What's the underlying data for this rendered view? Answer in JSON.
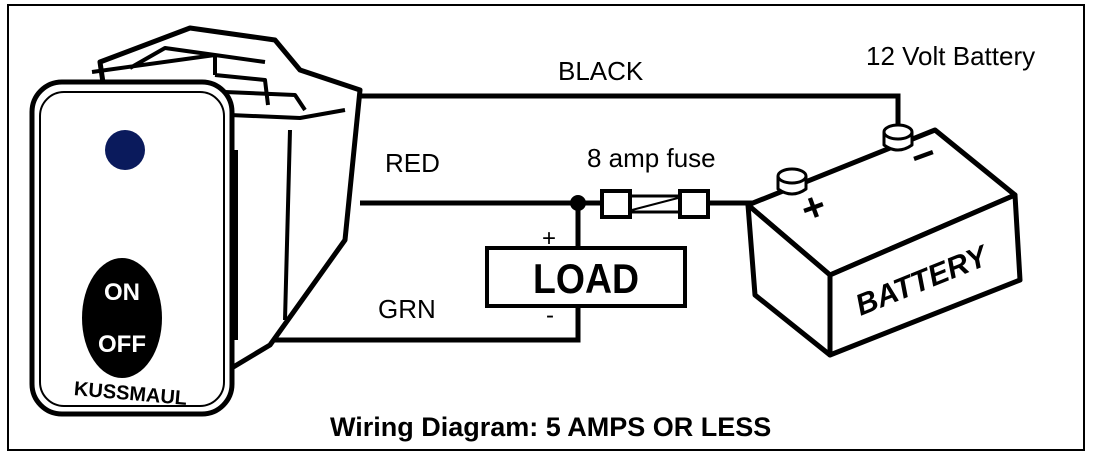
{
  "labels": {
    "black_wire": "BLACK",
    "red_wire": "RED",
    "green_wire": "GRN",
    "battery_caption": "12 Volt Battery",
    "fuse": "8 amp fuse",
    "load": "LOAD",
    "load_plus": "+",
    "load_minus": "-",
    "battery_body": "BATTERY",
    "battery_plus": "+",
    "battery_minus": "−",
    "switch_on": "ON",
    "switch_off": "OFF",
    "brand": "KUSSMAUL",
    "title": "Wiring Diagram: 5 AMPS OR LESS"
  },
  "colors": {
    "wire": "#000000",
    "indicator_led": "#0a1a5c",
    "switch_face": "#ffffff",
    "rocker": "#000000"
  }
}
